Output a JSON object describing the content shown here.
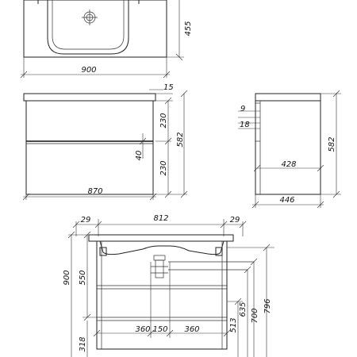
{
  "top_view": {
    "dims": {
      "height": "455",
      "width": "900"
    }
  },
  "front_view": {
    "dims": {
      "top_thickness": "15",
      "drawer_top": "230",
      "overall_height": "582",
      "gap": "40",
      "drawer_bottom": "230",
      "width": "870"
    }
  },
  "side_view": {
    "dims": {
      "top_gap": "9",
      "side_gap": "18",
      "inner_depth": "428",
      "overall_depth": "446",
      "overall_height": "582"
    }
  },
  "install_view": {
    "dims": {
      "left_offset": "29",
      "inner_width": "812",
      "right_offset": "29",
      "height_900": "900",
      "height_550": "550",
      "floor_318": "318",
      "seg_left": "360",
      "seg_mid": "150",
      "seg_right": "360",
      "h_513": "513",
      "h_635": "635",
      "h_700": "700",
      "h_796": "796"
    }
  }
}
